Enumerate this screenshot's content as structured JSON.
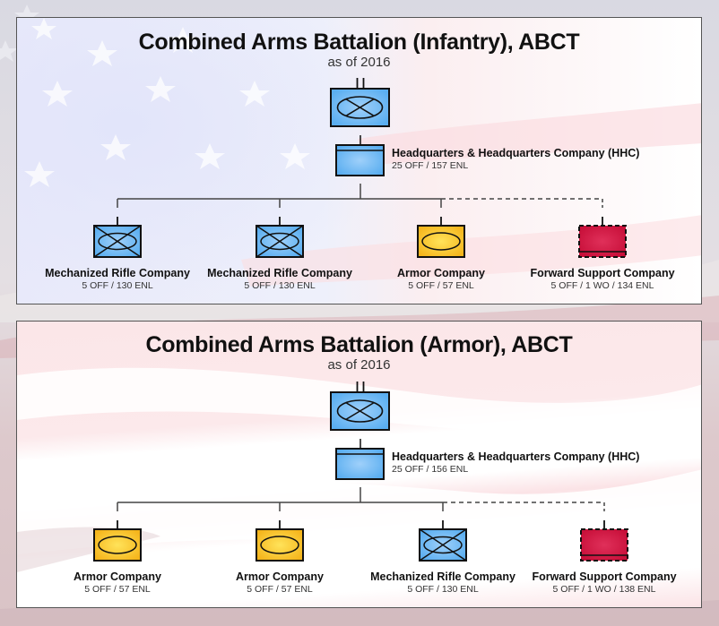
{
  "colors": {
    "infantry_blue": "#5aaef0",
    "infantry_blue_center": "#9fd0fa",
    "armor_yellow": "#f5b51c",
    "armor_yellow_center": "#ffe35a",
    "support_red": "#c8103a",
    "support_red_center": "#e0305a",
    "line": "#444444",
    "symbol_outline": "#111111"
  },
  "panels": [
    {
      "title": "Combined Arms Battalion (Infantry), ABCT",
      "subtitle": "as of 2016",
      "battalion": {
        "symbol": "mechanized-infantry-battalion-icon",
        "echelon": "II"
      },
      "hq": {
        "name": "Headquarters & Headquarters Company (HHC)",
        "strength": "25 OFF / 157 ENL",
        "symbol": "hq-company-icon"
      },
      "companies": [
        {
          "name": "Mechanized Rifle Company",
          "strength": "5 OFF / 130 ENL",
          "type": "mech",
          "link": "solid"
        },
        {
          "name": "Mechanized Rifle Company",
          "strength": "5 OFF / 130 ENL",
          "type": "mech",
          "link": "solid"
        },
        {
          "name": "Armor Company",
          "strength": "5 OFF / 57 ENL",
          "type": "armor",
          "link": "solid"
        },
        {
          "name": "Forward Support Company",
          "strength": "5 OFF / 1 WO / 134 ENL",
          "type": "support",
          "link": "dashed"
        }
      ]
    },
    {
      "title": "Combined Arms Battalion (Armor), ABCT",
      "subtitle": "as of 2016",
      "battalion": {
        "symbol": "mechanized-infantry-battalion-icon",
        "echelon": "II"
      },
      "hq": {
        "name": "Headquarters & Headquarters Company (HHC)",
        "strength": "25 OFF / 156 ENL",
        "symbol": "hq-company-icon"
      },
      "companies": [
        {
          "name": "Armor Company",
          "strength": "5 OFF / 57 ENL",
          "type": "armor",
          "link": "solid"
        },
        {
          "name": "Armor Company",
          "strength": "5 OFF / 57 ENL",
          "type": "armor",
          "link": "solid"
        },
        {
          "name": "Mechanized Rifle Company",
          "strength": "5 OFF / 130 ENL",
          "type": "mech",
          "link": "solid"
        },
        {
          "name": "Forward Support Company",
          "strength": "5 OFF / 1 WO / 138 ENL",
          "type": "support",
          "link": "dashed"
        }
      ]
    }
  ]
}
